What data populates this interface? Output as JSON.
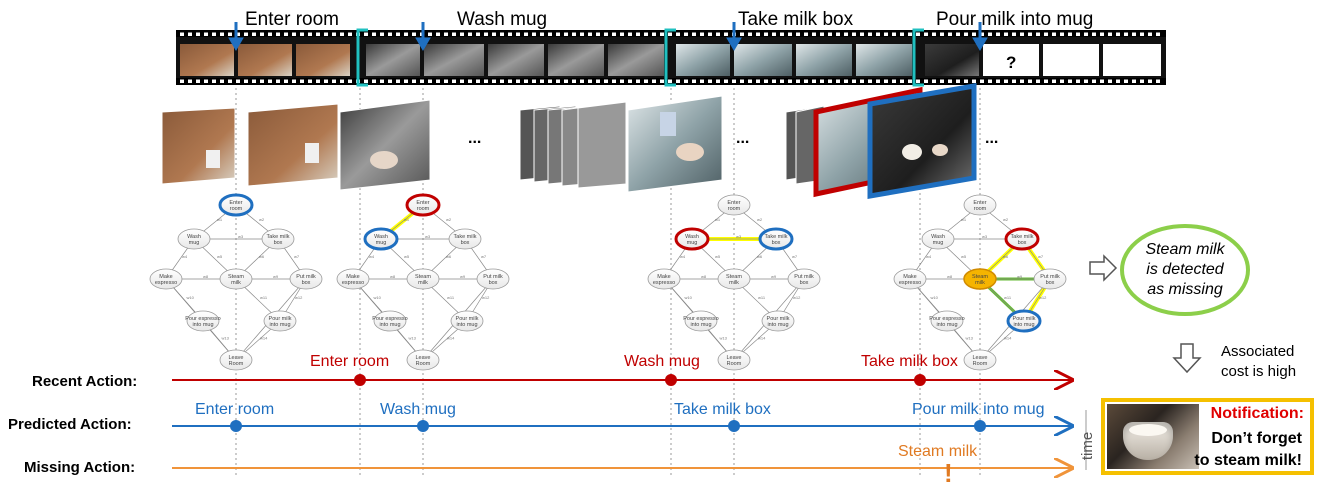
{
  "segments": [
    "Enter room",
    "Wash mug",
    "Take milk box",
    "Pour milk into mug"
  ],
  "unknown_frame": "?",
  "ellipsis": "...",
  "graph": {
    "nodes": {
      "enter_room": "Enter room",
      "wash_mug": "Wash mug",
      "take_milk_box": "Take milk box",
      "make_espresso": "Make espresso",
      "steam_milk": "Steam milk",
      "put_milk_box": "Put milk box",
      "pour_espresso": "Pour espresso into mug",
      "pour_milk": "Pour milk into mug",
      "leave_room": "Leave Room"
    },
    "edge_labels": [
      "w1",
      "w2",
      "w3",
      "w4",
      "w5",
      "w6",
      "w7",
      "w8",
      "w9",
      "w10",
      "w11",
      "w12",
      "w13",
      "w14",
      "w15"
    ]
  },
  "missing_bubble": "Steam milk is detected as missing",
  "cost_note": "Associated cost is high",
  "timelines": {
    "recent": {
      "label": "Recent Action:",
      "color": "#c00000",
      "actions": [
        "Enter room",
        "Wash mug",
        "Take milk box"
      ]
    },
    "predicted": {
      "label": "Predicted Action:",
      "color": "#1f6fc0",
      "actions": [
        "Enter room",
        "Wash mug",
        "Take milk box",
        "Pour milk into mug"
      ]
    },
    "missing": {
      "label": "Missing Action:",
      "color": "#f0943a",
      "actions": [
        "Steam milk"
      ],
      "marker": "!"
    }
  },
  "time_axis_label": "time",
  "notification": {
    "title": "Notification:",
    "line1": "Don’t forget",
    "line2": "to steam milk!"
  },
  "colors": {
    "recent": "#c00000",
    "predicted": "#1f6fc0",
    "missing": "#f0943a",
    "boundary": "#20c0c0",
    "highlight": "#ffff00",
    "steam_node": "#f5b400",
    "bubble": "#8ccf4a",
    "notification_border": "#f5c000"
  }
}
